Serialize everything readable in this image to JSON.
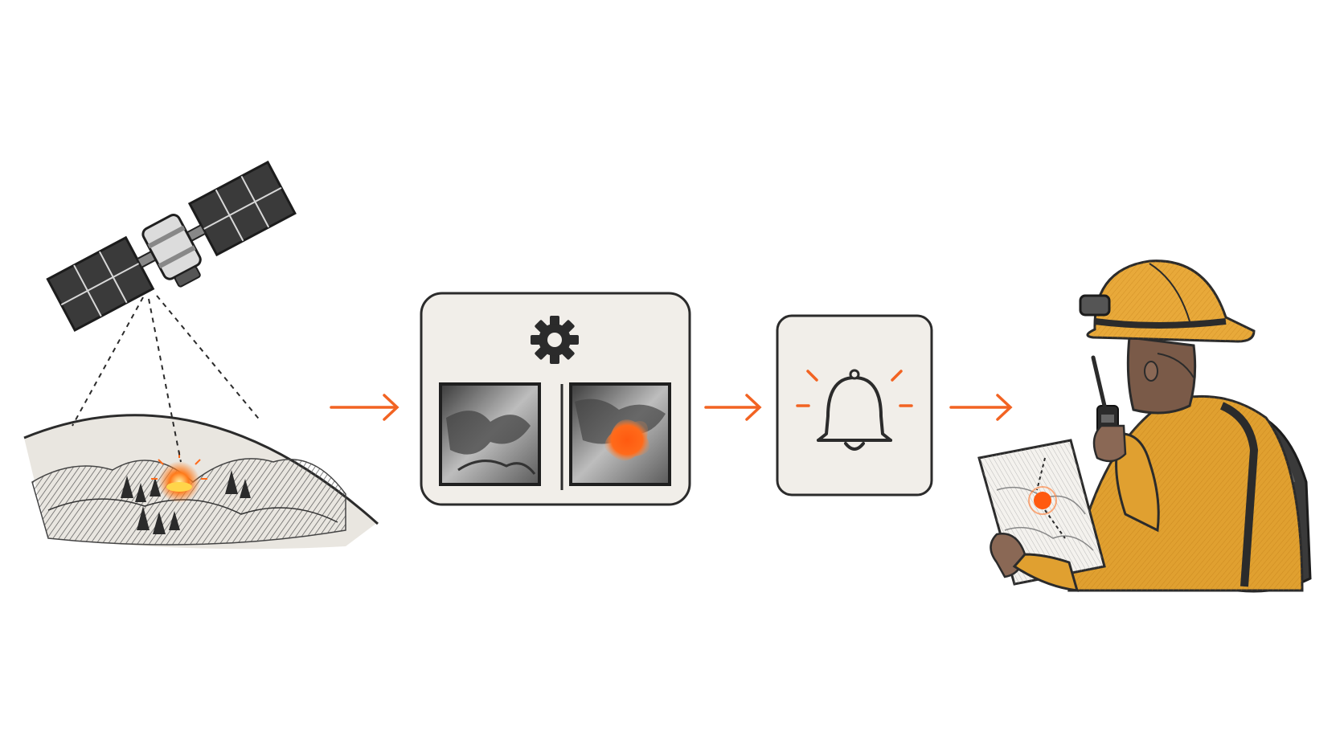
{
  "diagram": {
    "steps": [
      {
        "id": "satellite",
        "icon": "satellite-icon"
      },
      {
        "id": "processing",
        "icon": "gear-icon"
      },
      {
        "id": "alert",
        "icon": "bell-icon"
      },
      {
        "id": "responder",
        "icon": "firefighter-icon"
      }
    ],
    "arrows": 3
  },
  "colors": {
    "accent": "#f26322",
    "ink": "#2b2b2b",
    "panel": "#f1eee9",
    "helmet": "#e8a93a",
    "jacket": "#e0a030",
    "solar": "#3a3a3a"
  }
}
